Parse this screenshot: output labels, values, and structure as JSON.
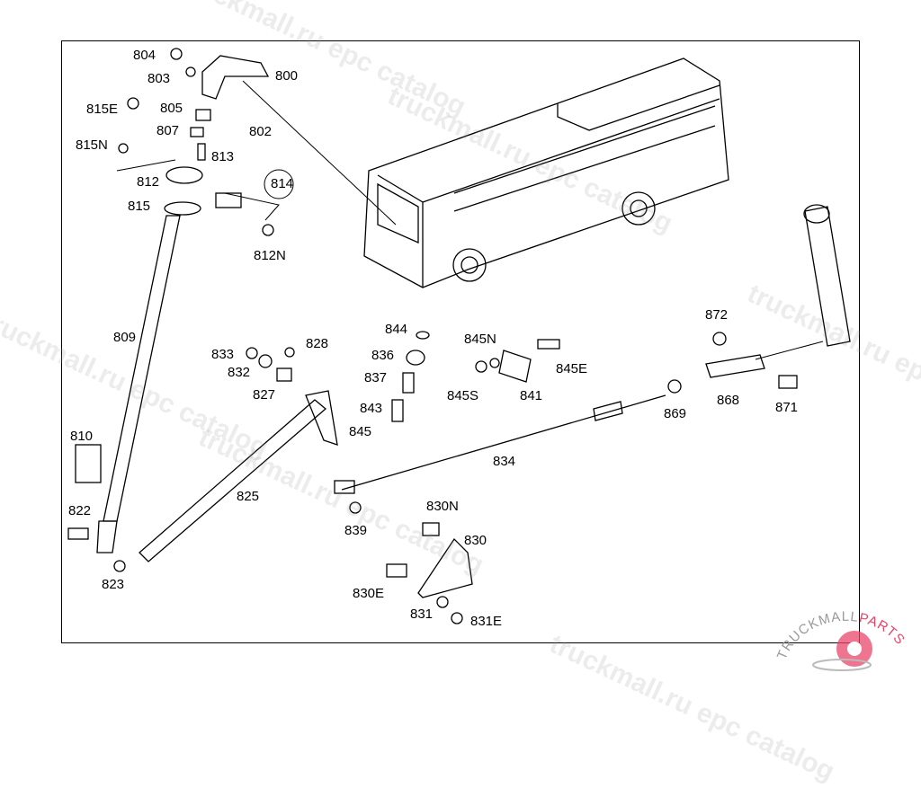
{
  "diagram": {
    "labels": [
      "804",
      "803",
      "800",
      "815E",
      "805",
      "802",
      "807",
      "815N",
      "813",
      "812",
      "814",
      "815",
      "812N",
      "809",
      "833",
      "828",
      "832",
      "827",
      "810",
      "825",
      "822",
      "823",
      "844",
      "836",
      "837",
      "843",
      "845",
      "845N",
      "845E",
      "845S",
      "841",
      "834",
      "839",
      "830N",
      "830",
      "830E",
      "831",
      "831E",
      "872",
      "868",
      "869",
      "871"
    ],
    "circled_label": "814"
  },
  "watermark": {
    "text": "truckmall.ru epc catalog"
  },
  "logo": {
    "text_left": "TRUCKMALL",
    "text_right": "PARTS",
    "brand_color": "#e8456a",
    "secondary_color": "#9a9a9a"
  }
}
